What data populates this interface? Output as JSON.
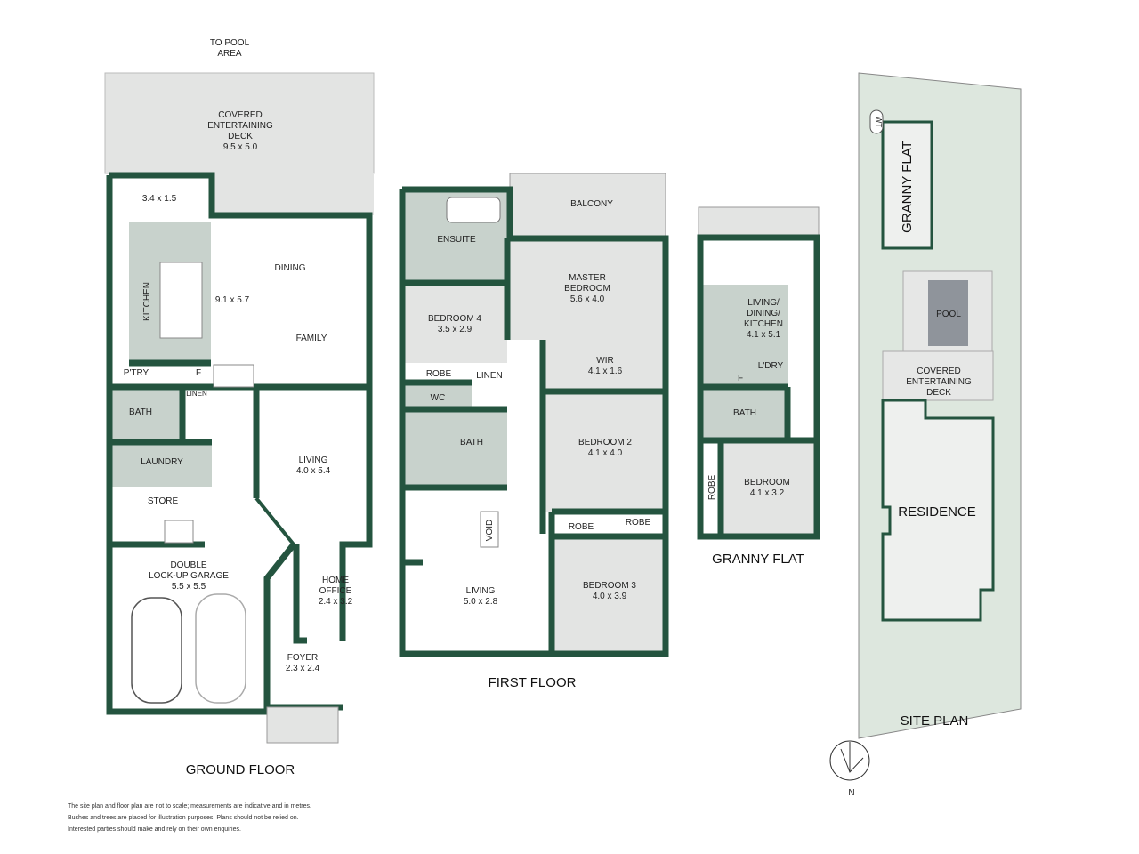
{
  "ground_floor": {
    "title": "GROUND FLOOR",
    "to_pool": [
      "TO POOL",
      "AREA"
    ],
    "deck": [
      "COVERED",
      "ENTERTAINING",
      "DECK",
      "9.5 x 5.0"
    ],
    "porch_dims": "3.4 x 1.5",
    "kitchen": "KITCHEN",
    "dining": "DINING",
    "family": "FAMILY",
    "open_plan_dims": "9.1 x 5.7",
    "pantry": "P'TRY",
    "fridge": "F",
    "linen": "LINEN",
    "bath": "BATH",
    "laundry": "LAUNDRY",
    "store": "STORE",
    "living": [
      "LIVING",
      "4.0 x 5.4"
    ],
    "garage": [
      "DOUBLE",
      "LOCK-UP GARAGE",
      "5.5 x 5.5"
    ],
    "home_office": [
      "HOME",
      "OFFICE",
      "2.4 x 3.2"
    ],
    "foyer": [
      "FOYER",
      "2.3 x 2.4"
    ]
  },
  "first_floor": {
    "title": "FIRST FLOOR",
    "balcony": "BALCONY",
    "ensuite": "ENSUITE",
    "master": [
      "MASTER",
      "BEDROOM",
      "5.6 x 4.0"
    ],
    "bedroom4": [
      "BEDROOM 4",
      "3.5 x 2.9"
    ],
    "robe": "ROBE",
    "linen": "LINEN",
    "wir": [
      "WIR",
      "4.1 x 1.6"
    ],
    "wc": "WC",
    "bath": "BATH",
    "bedroom2": [
      "BEDROOM 2",
      "4.1 x 4.0"
    ],
    "robe2": "ROBE",
    "robe3": "ROBE",
    "void": "VOID",
    "living": [
      "LIVING",
      "5.0 x 2.8"
    ],
    "bedroom3": [
      "BEDROOM 3",
      "4.0 x 3.9"
    ]
  },
  "granny_flat": {
    "title": "GRANNY FLAT",
    "ldk": [
      "LIVING/",
      "DINING/",
      "KITCHEN",
      "4.1 x 5.1"
    ],
    "fridge": "F",
    "laundry": "L'DRY",
    "bath": "BATH",
    "robe": "ROBE",
    "bedroom": [
      "BEDROOM",
      "4.1 x 3.2"
    ]
  },
  "site_plan": {
    "title": "SITE PLAN",
    "wt": "WT",
    "granny_flat": "GRANNY FLAT",
    "pool": "POOL",
    "deck": [
      "COVERED",
      "ENTERTAINING",
      "DECK"
    ],
    "residence": "RESIDENCE",
    "north": "N"
  },
  "disclaimer": [
    "The site plan and floor plan are not to scale; measurements are indicative and in metres.",
    "Bushes and trees are placed for illustration purposes. Plans should not be relied on.",
    "Interested parties should make and rely on their own enquiries."
  ],
  "colors": {
    "wall": "#24543f",
    "room_grey": "#e3e4e3",
    "wet_green": "#c8d2cc",
    "site_green": "#dde7de",
    "pool": "#8f949b"
  }
}
